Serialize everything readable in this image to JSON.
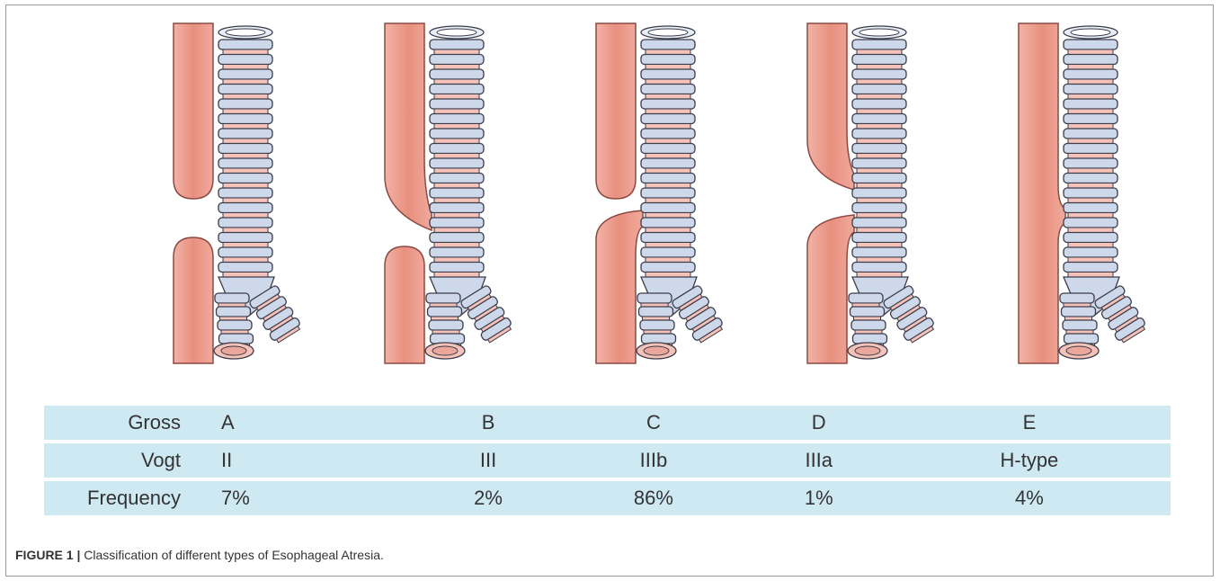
{
  "figure": {
    "panels": [
      "A",
      "B",
      "C",
      "D",
      "E"
    ],
    "colors": {
      "esophagus": "#e99a8e",
      "esophagus_edge": "#8c4a42",
      "ring_blue": "#cdd9ea",
      "ring_pink": "#f4c2b8",
      "table_bg": "#cfe9f3"
    },
    "table": {
      "rows": [
        {
          "label": "Gross",
          "values": [
            "A",
            "B",
            "C",
            "D",
            "E"
          ]
        },
        {
          "label": "Vogt",
          "values": [
            "II",
            "III",
            "IIIb",
            "IIIa",
            "H-type"
          ]
        },
        {
          "label": "Frequency",
          "values": [
            "7%",
            "2%",
            "86%",
            "1%",
            "4%"
          ]
        }
      ]
    },
    "caption": {
      "label": "FIGURE 1 |",
      "text": " Classification of different types of Esophageal Atresia."
    }
  }
}
